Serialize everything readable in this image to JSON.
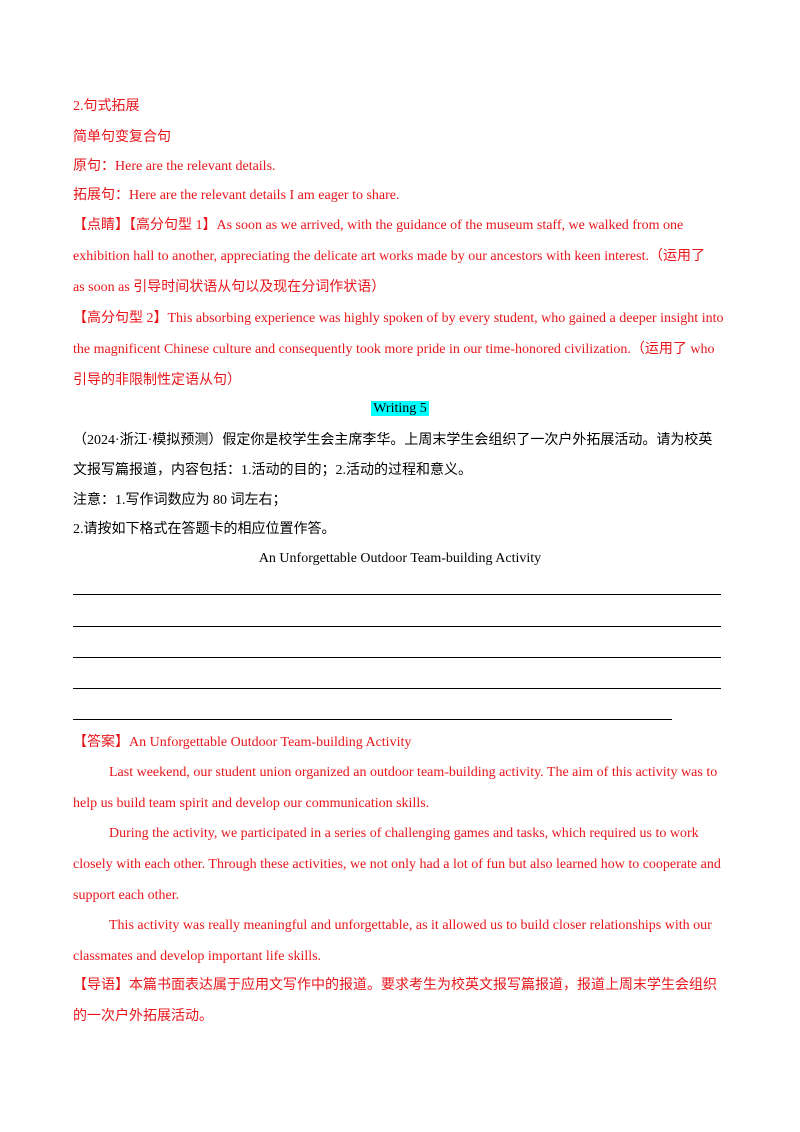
{
  "ext": {
    "heading": "2.句式拓展",
    "subheading": "简单句变复合句",
    "orig_label": "原句：",
    "orig_text": "Here are the relevant details.",
    "expand_label": "拓展句：",
    "expand_text": "Here are the relevant details I am eager to share.",
    "tip_label": "【点睛】",
    "type1_label": "【高分句型 1】",
    "type1_l1": "As soon as we arrived, with the guidance of the museum staff, we walked from one",
    "type1_l2": "exhibition hall to another, appreciating the delicate art works made by our ancestors with keen interest.（运用了",
    "type1_l3": "as soon as 引导时间状语从句以及现在分词作状语）",
    "type2_label": "【高分句型 2】",
    "type2_l1": "This absorbing experience was highly spoken of by every student, who gained a deeper insight into",
    "type2_l2": "the magnificent Chinese culture and consequently took more pride in our time-honored civilization.（运用了 who",
    "type2_l3": "引导的非限制性定语从句）"
  },
  "task": {
    "label": "Writing  5",
    "l1": "（2024·浙江·模拟预测）假定你是校学生会主席李华。上周末学生会组织了一次户外拓展活动。请为校英",
    "l2": "文报写篇报道，内容包括：1.活动的目的；2.活动的过程和意义。",
    "l3": "注意：1.写作词数应为 80 词左右；",
    "l4": "2.请按如下格式在答题卡的相应位置作答。",
    "title": "An Unforgettable Outdoor Team-building Activity"
  },
  "answer": {
    "label": "【答案】",
    "title": "An Unforgettable Outdoor Team-building Activity",
    "p1_l1": "Last weekend, our student union organized an outdoor team-building activity. The aim of this activity was to",
    "p1_l2": "help us build team spirit and develop our communication skills.",
    "p2_l1": "During the activity, we participated in a series of challenging games and tasks, which required us to work",
    "p2_l2": "closely with each other. Through these activities, we not only had a lot of fun but also learned how to cooperate and",
    "p2_l3": "support each other.",
    "p3_l1": "This activity was really meaningful and unforgettable, as it allowed us to build closer relationships with our",
    "p3_l2": "classmates and develop important life skills.",
    "guide_label": "【导语】",
    "guide_l1": "本篇书面表达属于应用文写作中的报道。要求考生为校英文报写篇报道，报道上周末学生会组织",
    "guide_l2": "的一次户外拓展活动。"
  }
}
